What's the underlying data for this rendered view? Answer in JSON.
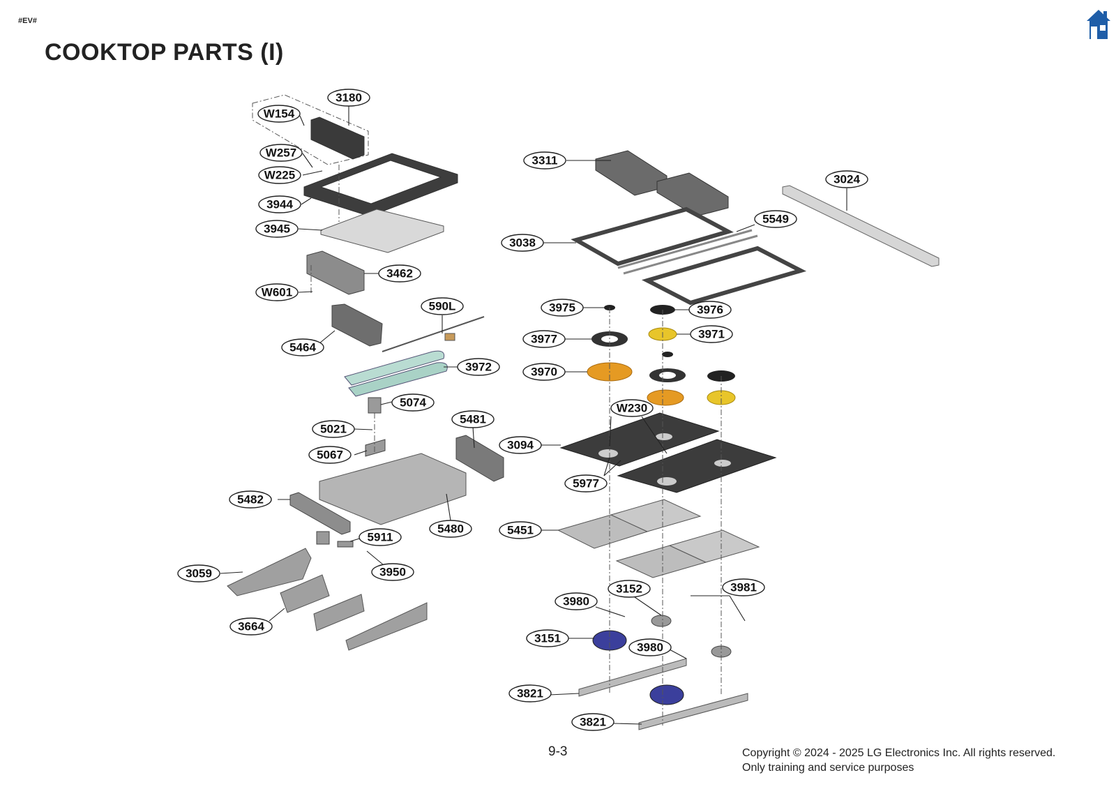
{
  "header": {
    "tag": "#EV#",
    "title": "COOKTOP PARTS (I)",
    "home_icon": "home-icon"
  },
  "footer": {
    "page_number": "9-3",
    "copyright_line1": "Copyright © 2024 - 2025 LG Electronics Inc. All rights reserved.",
    "copyright_line2": "Only training and service purposes"
  },
  "callouts": {
    "c3180": "3180",
    "cW154": "W154",
    "cW257": "W257",
    "cW225": "W225",
    "c3944": "3944",
    "c3945": "3945",
    "c3462": "3462",
    "cW601": "W601",
    "c590L": "590L",
    "c5464": "5464",
    "c3972": "3972",
    "c5074": "5074",
    "c5021": "5021",
    "c5481": "5481",
    "c5067": "5067",
    "c5482": "5482",
    "c5480": "5480",
    "c5911": "5911",
    "c3059": "3059",
    "c3950": "3950",
    "c3664": "3664",
    "c3311": "3311",
    "c3024": "3024",
    "c5549": "5549",
    "c3038": "3038",
    "c3975": "3975",
    "c3976": "3976",
    "c3977": "3977",
    "c3971": "3971",
    "c3970": "3970",
    "cW230": "W230",
    "c3094": "3094",
    "c5977": "5977",
    "c5451": "5451",
    "c3152": "3152",
    "c3981": "3981",
    "c3980a": "3980",
    "c3151": "3151",
    "c3980b": "3980",
    "c3821a": "3821",
    "c3821b": "3821"
  },
  "colors": {
    "brand_home": "#1f5ea8",
    "burner_orange": "#e59a23",
    "burner_yellow": "#e8c52a",
    "valve_blue": "#3b3f9c"
  }
}
